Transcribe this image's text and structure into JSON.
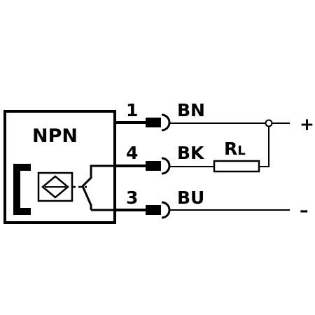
{
  "sensor": {
    "type_label": "NPN"
  },
  "pins": [
    {
      "number": "1",
      "wire_color": "BN"
    },
    {
      "number": "4",
      "wire_color": "BK"
    },
    {
      "number": "3",
      "wire_color": "BU"
    }
  ],
  "load": {
    "symbol": "R",
    "subscript": "L"
  },
  "supply": {
    "positive": "+",
    "negative": "–"
  }
}
